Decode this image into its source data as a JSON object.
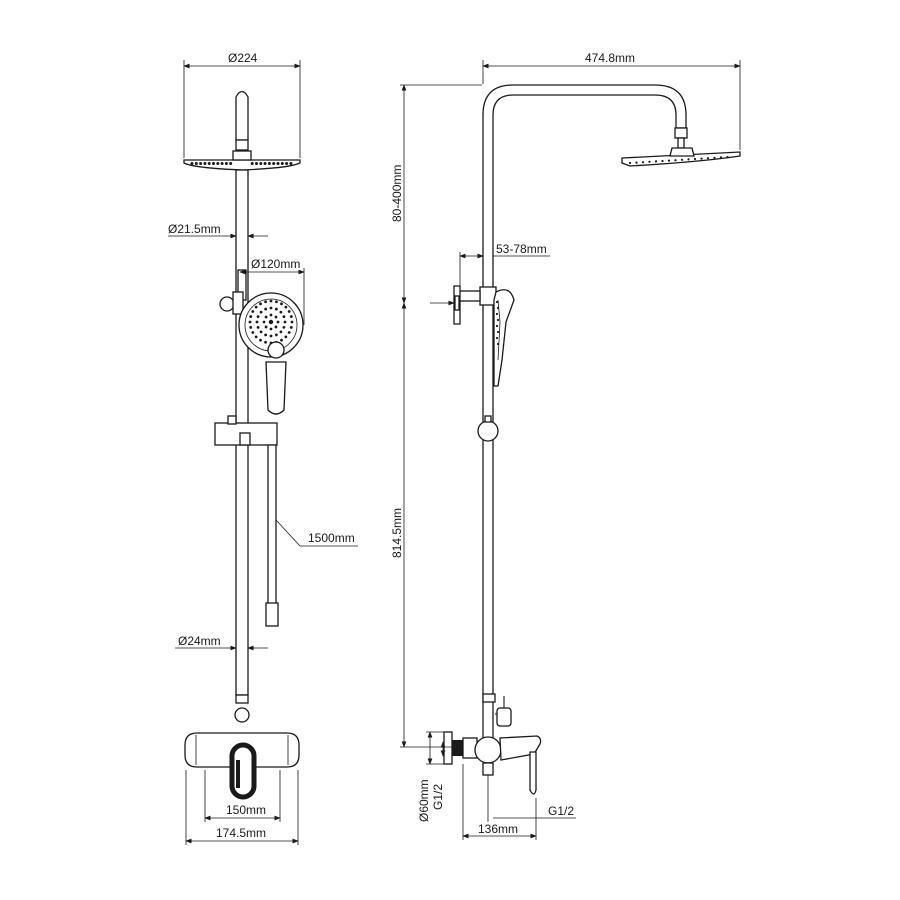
{
  "dimensions": {
    "head_diameter": "Ø224",
    "rail_diameter_upper": "Ø21.5mm",
    "hand_shower_diameter": "Ø120mm",
    "hose_length": "1500mm",
    "rail_diameter_lower": "Ø24mm",
    "inlet_spacing": "150mm",
    "mixer_width": "174.5mm",
    "arm_reach": "474.8mm",
    "height_adjust": "80-400mm",
    "bracket_depth": "53-78mm",
    "rail_height": "814.5mm",
    "flange_diameter": "Ø60mm",
    "thread_left": "G1/2",
    "thread_right": "G1/2",
    "mixer_depth": "136mm"
  },
  "colors": {
    "line": "#1a1a1a",
    "background": "#ffffff"
  }
}
